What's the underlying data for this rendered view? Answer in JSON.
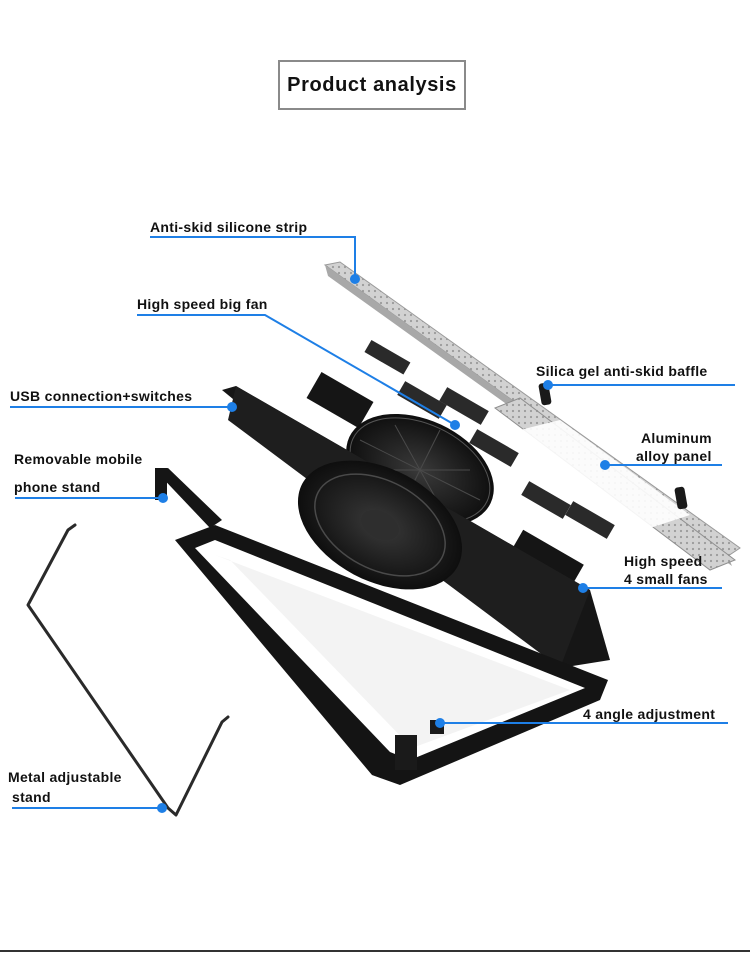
{
  "title": "Product analysis",
  "colors": {
    "accent": "#1e7fe6",
    "product": "#1a1a1a",
    "panel": "#c9c9c9"
  },
  "labels": {
    "anti_skid_strip": "Anti-skid silicone strip",
    "big_fan": "High speed big fan",
    "usb": "USB connection+switches",
    "phone_stand_line1": "Removable mobile",
    "phone_stand_line2": "phone stand",
    "metal_stand_line1": "Metal adjustable",
    "metal_stand_line2": "stand",
    "silica_baffle": "Silica gel anti-skid baffle",
    "aluminum_line1": "Aluminum",
    "aluminum_line2": "alloy panel",
    "small_fans_line1": "High speed",
    "small_fans_line2": "4 small fans",
    "angle": "4 angle adjustment"
  }
}
